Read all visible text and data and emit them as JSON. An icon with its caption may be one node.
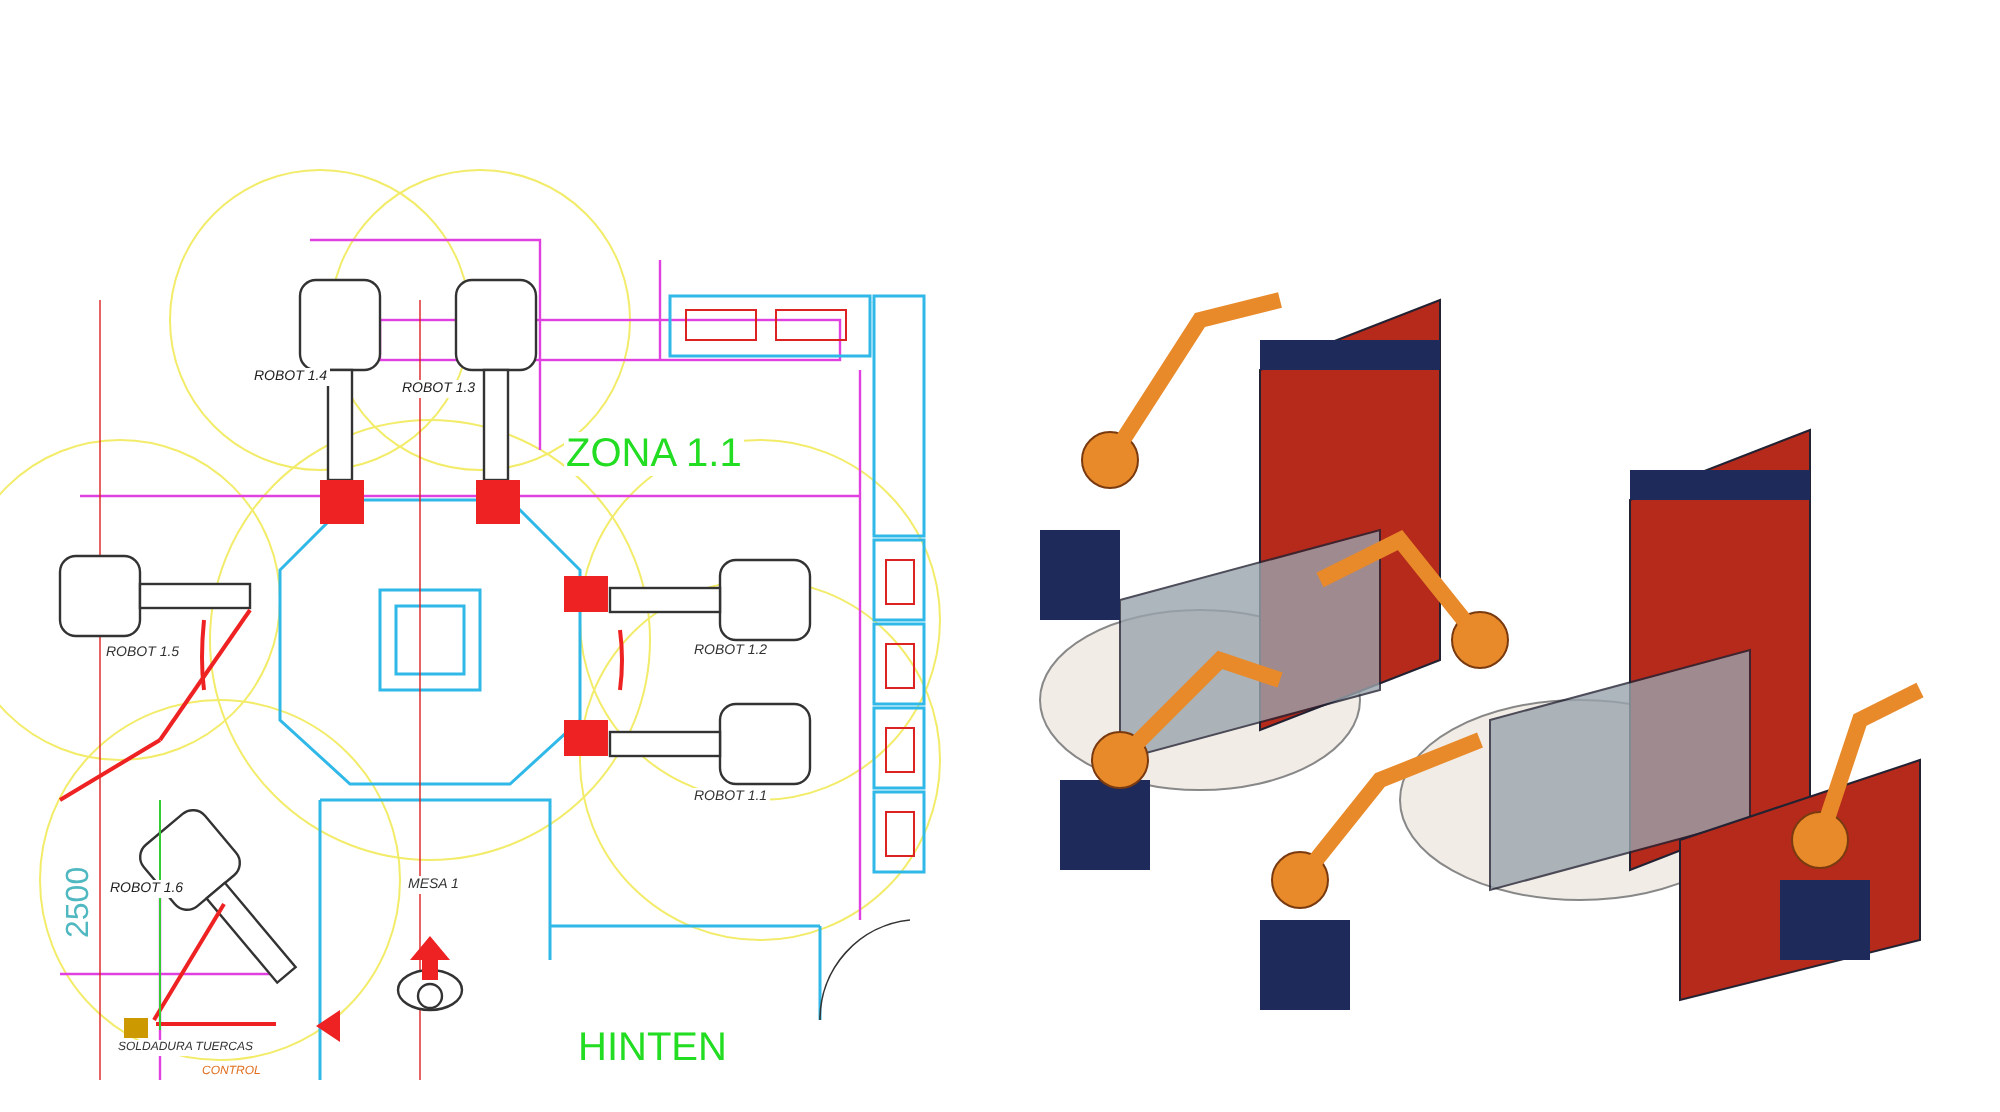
{
  "diagram": {
    "labels": [
      "ROBOT 1.4",
      "ROBOT 1.3",
      "ZONA 1.1",
      "ROBOT 1.5",
      "ROBOT 1.2",
      "ROBOT 1.1",
      "ROBOT 1.6",
      "MESA 1",
      "2500",
      "HINTEN",
      "SOLDADURA TUERCAS",
      "CONTROL"
    ]
  }
}
